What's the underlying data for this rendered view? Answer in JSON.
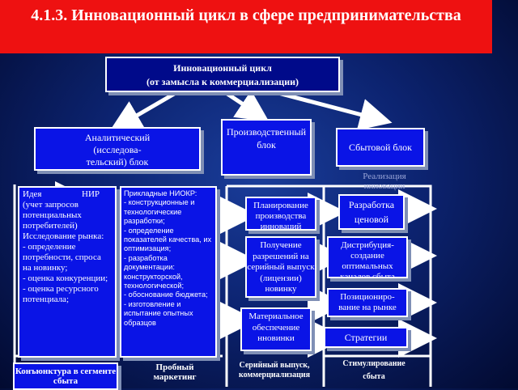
{
  "title": "4.1.3.  Инновационный цикл в сфере предпринимательства",
  "top_box": "Инновационный цикл\n(от замысла к коммерциализации)",
  "blocks": {
    "analytical": "Аналитический\n(исследова-\nтельский) блок",
    "production": "Производственный\nблок",
    "sales": "Сбытовой блок"
  },
  "analytical_items": {
    "idea": "Идея",
    "nir": "НИР",
    "idea_text": "(учет запросов потенциальных потребителей)\nИсследование рынка:\n- определение потребности, спроса на новинку;\n - оценка конкуренции;\n- оценка ресурсного потенциала;",
    "applied_text": "Прикладные НИОКР:\n- конструкционные и технологические разработки;\n- определение показателей качества, их оптимизация;\n- разработка документации: конструкторской, технологической;\n- обоснование бюджета;\n- изготовление и испытание опытных образцов"
  },
  "production_items": [
    "Планирование производства инноваций",
    "Получение разрешений на серийный выпуск (лицензии) новинку",
    "Материальное обеспечение нновинки"
  ],
  "sales_items": [
    "Разработка ценовой политики",
    "Дистрибуция- создание оптимальных каналов сбыта",
    "Позициониро- вание на рынке",
    "Стратегии продвижения"
  ],
  "ghost_labels": {
    "sales_realization": "Реализация инновации"
  },
  "footer": {
    "conjuncture": "Конъюнктура в сегменте сбыта",
    "marketing": "Пробный маркетинг",
    "serial": "Серийный выпуск, коммерциализация",
    "stimulation": "Стимулирование сбыта"
  },
  "colors": {
    "title_bg": "#ee1111",
    "box_bg": "#0a14e6",
    "background": "#0c2370"
  }
}
